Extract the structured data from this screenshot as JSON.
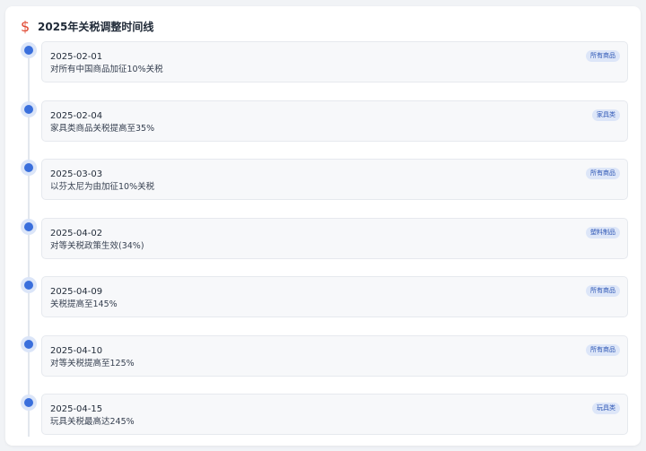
{
  "header": {
    "icon": "dollar-icon",
    "title": "2025年关税调整时间线"
  },
  "colors": {
    "accent": "#3a6fdc",
    "dollar": "#e0462f",
    "tag_bg": "#dde6f8",
    "tag_text": "#2d56b5"
  },
  "events": [
    {
      "date": "2025-02-01",
      "desc": "对所有中国商品加征10%关税",
      "tag": "所有商品"
    },
    {
      "date": "2025-02-04",
      "desc": "家具类商品关税提高至35%",
      "tag": "家具类"
    },
    {
      "date": "2025-03-03",
      "desc": "以芬太尼为由加征10%关税",
      "tag": "所有商品"
    },
    {
      "date": "2025-04-02",
      "desc": "对等关税政策生效(34%)",
      "tag": "塑料制品"
    },
    {
      "date": "2025-04-09",
      "desc": "关税提高至145%",
      "tag": "所有商品"
    },
    {
      "date": "2025-04-10",
      "desc": "对等关税提高至125%",
      "tag": "所有商品"
    },
    {
      "date": "2025-04-15",
      "desc": "玩具关税最高达245%",
      "tag": "玩具类"
    }
  ]
}
